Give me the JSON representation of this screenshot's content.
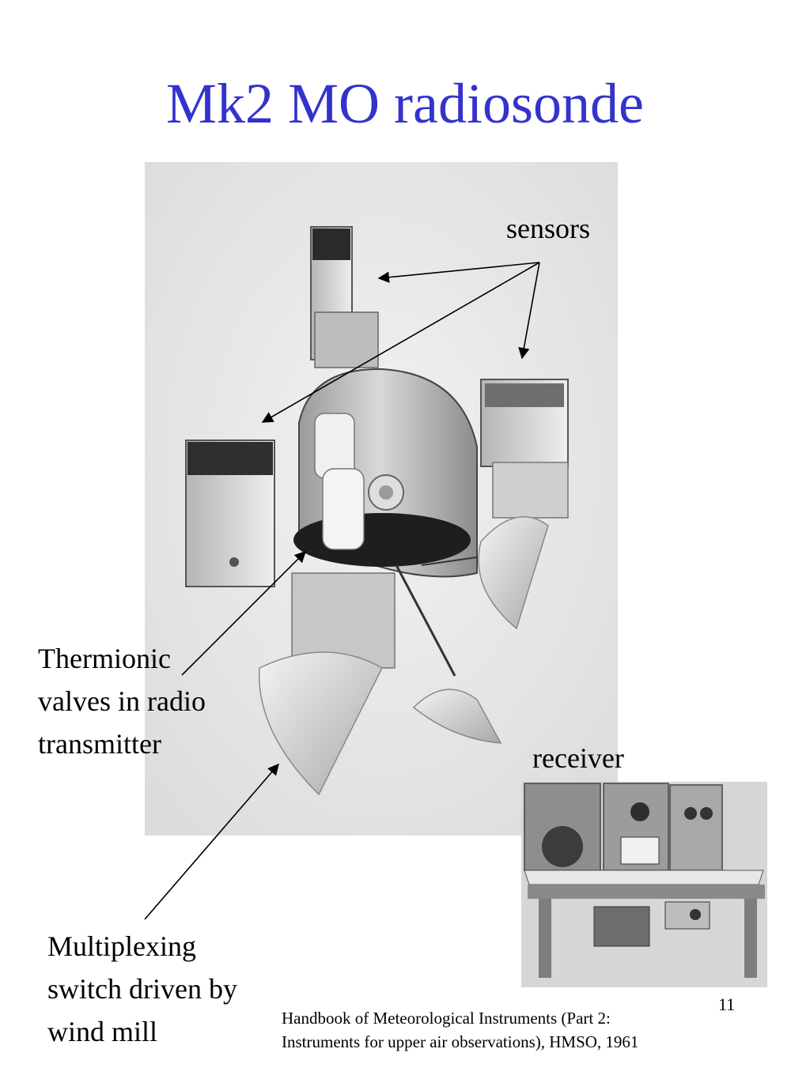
{
  "slide": {
    "title": "Mk2 MO radiosonde",
    "slide_number": "11"
  },
  "labels": {
    "sensors": "sensors",
    "thermionic": "Thermionic valves in radio transmitter",
    "receiver": "receiver",
    "multiplexing": "Multiplexing switch driven by wind mill"
  },
  "citation": {
    "line1": "Handbook of Meteorological Instruments (Part 2:",
    "line2": "Instruments for upper air observations), HMSO, 1961"
  },
  "colors": {
    "title": "#3333cc"
  }
}
